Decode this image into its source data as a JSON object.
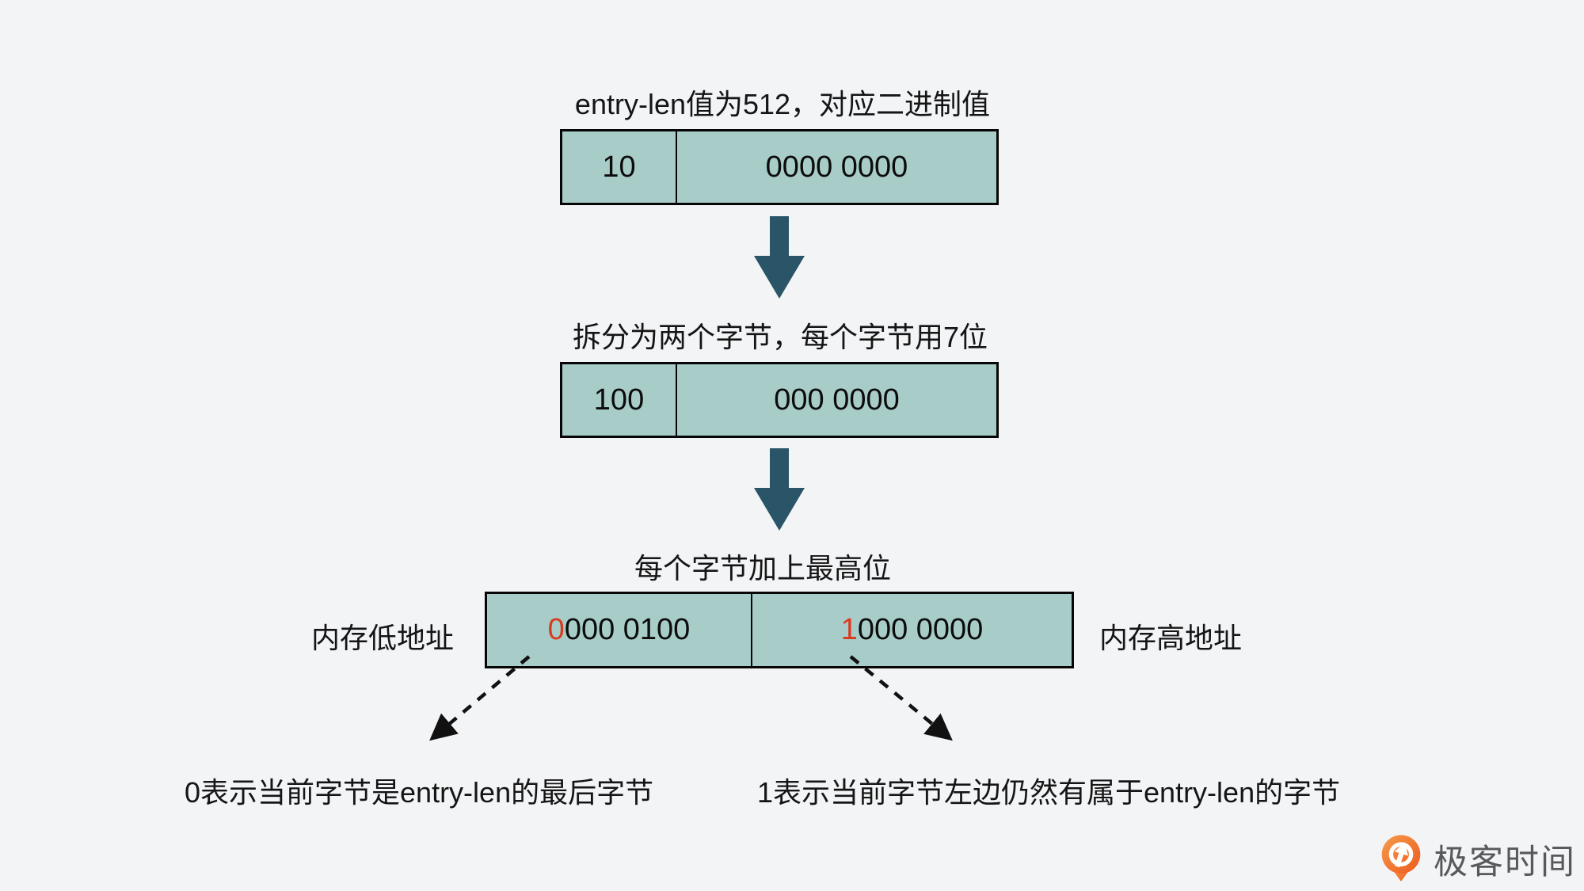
{
  "diagram": {
    "step1": {
      "title": "entry-len值为512，对应二进制值",
      "cell1": "10",
      "cell2": "0000 0000"
    },
    "step2": {
      "title": "拆分为两个字节，每个字节用7位",
      "cell1": "100",
      "cell2": "000 0000"
    },
    "step3": {
      "title": "每个字节加上最高位",
      "left_label": "内存低地址",
      "right_label": "内存高地址",
      "byte1_flag": "0",
      "byte1_rest": "000 0100",
      "byte2_flag": "1",
      "byte2_rest": "000 0000"
    },
    "notes": {
      "zero_note": "0表示当前字节是entry-len的最后字节",
      "one_note": "1表示当前字节左边仍然有属于entry-len的字节"
    }
  },
  "logo": {
    "text": "极客时间",
    "icon": "geektime-pin-icon"
  },
  "colors": {
    "background": "#f3f4f6",
    "box_fill": "#a8cdc9",
    "box_border": "#060606",
    "block_arrow": "#2a5568",
    "highlight_digit": "#d93a20",
    "text": "#151515",
    "logo_orange": "#f06a23",
    "logo_text": "#57595a"
  }
}
